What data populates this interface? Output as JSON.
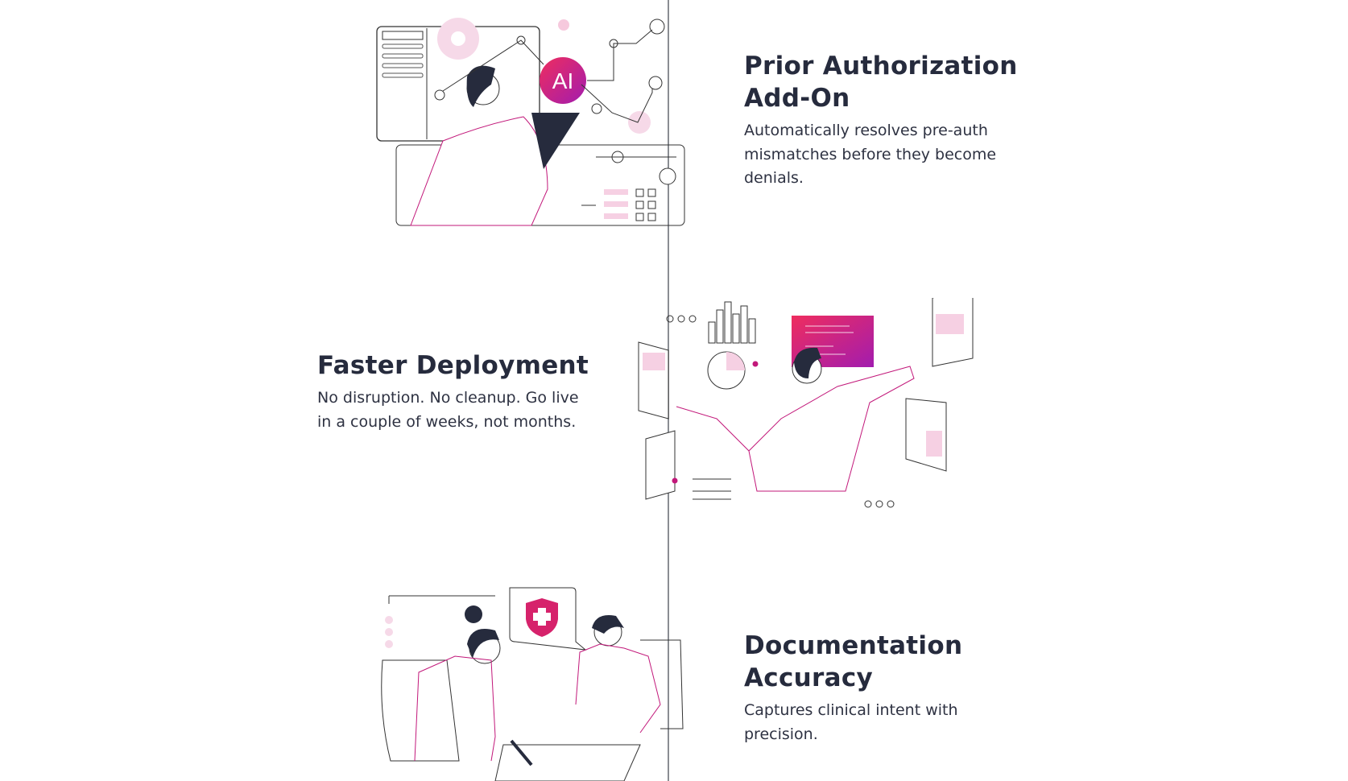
{
  "features": [
    {
      "title": "Prior Authorization Add-On",
      "description": "Automatically resolves pre-auth mismatches before they become denials.",
      "badge": "AI",
      "illustration": "ai-analyst-illustration"
    },
    {
      "title": "Faster Deployment",
      "description": "No disruption. No cleanup. Go live in a couple of weeks, not months.",
      "illustration": "presenter-dashboard-illustration"
    },
    {
      "title": "Documentation Accuracy",
      "description": "Captures clinical intent with precision.",
      "illustration": "doctor-patient-illustration"
    }
  ],
  "colors": {
    "accent": "#d6226b",
    "accent2": "#9c1fa8",
    "text": "#262b3d",
    "line": "#8a8d93"
  }
}
